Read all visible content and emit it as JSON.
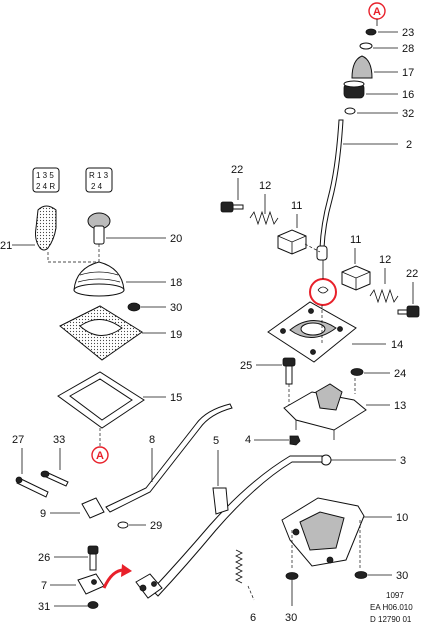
{
  "callouts": {
    "p2": "2",
    "p3": "3",
    "p4": "4",
    "p5": "5",
    "p6": "6",
    "p7": "7",
    "p8": "8",
    "p9": "9",
    "p10": "10",
    "p11a": "11",
    "p11b": "11",
    "p12a": "12",
    "p12b": "12",
    "p13": "13",
    "p14": "14",
    "p15": "15",
    "p16": "16",
    "p17": "17",
    "p18": "18",
    "p19": "19",
    "p20": "20",
    "p21": "21",
    "p22a": "22",
    "p22b": "22",
    "p23": "23",
    "p24": "24",
    "p25": "25",
    "p26": "26",
    "p27": "27",
    "p28": "28",
    "p29": "29",
    "p30a": "30",
    "p30b": "30",
    "p30c": "30",
    "p31": "31",
    "p32": "32",
    "p33": "33"
  },
  "markers": {
    "top": "A",
    "left": "A"
  },
  "shift_patterns": {
    "five_speed": {
      "top": "1 3 5",
      "bottom": "2 4 R"
    },
    "four_speed": {
      "top": "R 1 3",
      "bottom": "2 4"
    }
  },
  "footer": {
    "line1": "1097",
    "line2": "EA  H06.010",
    "line3": "D  12790  01"
  },
  "colors": {
    "highlight": "#e8202a",
    "ink": "#111111"
  }
}
